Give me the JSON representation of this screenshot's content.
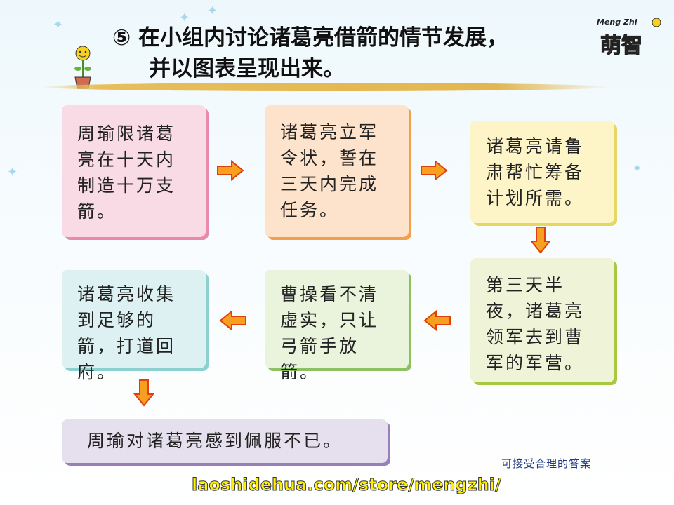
{
  "title": {
    "line1": "⑤ 在小组内讨论诸葛亮借箭的情节发展，",
    "line2": "并以图表呈现出来。"
  },
  "logo": {
    "text": "Meng Zhi 萌智"
  },
  "steps": [
    {
      "text": "周瑜限诸葛亮在十天内制造十万支箭。",
      "color": "#f9dbe6",
      "shadow": "#e98aab"
    },
    {
      "text": "诸葛亮立军令状，誓在三天内完成任务。",
      "color": "#fde3cb",
      "shadow": "#f3a04e"
    },
    {
      "text": "诸葛亮请鲁肃帮忙筹备计划所需。",
      "color": "#fdf5c8",
      "shadow": "#e4d862"
    },
    {
      "text": "第三天半夜，诸葛亮领军去到曹军的军营。",
      "color": "#eff3d8",
      "shadow": "#a8c840"
    },
    {
      "text": "曹操看不清虚实，只让弓箭手放箭。",
      "color": "#eaf3dc",
      "shadow": "#8cc060"
    },
    {
      "text": "诸葛亮收集到足够的箭，打道回府。",
      "color": "#ddf1f2",
      "shadow": "#8cd0d0"
    },
    {
      "text": "周瑜对诸葛亮感到佩服不已。",
      "color": "#e6e0ee",
      "shadow": "#9a80b8"
    }
  ],
  "note": "可接受合理的答案",
  "footer": "laoshidehua.com/store/mengzhi/"
}
